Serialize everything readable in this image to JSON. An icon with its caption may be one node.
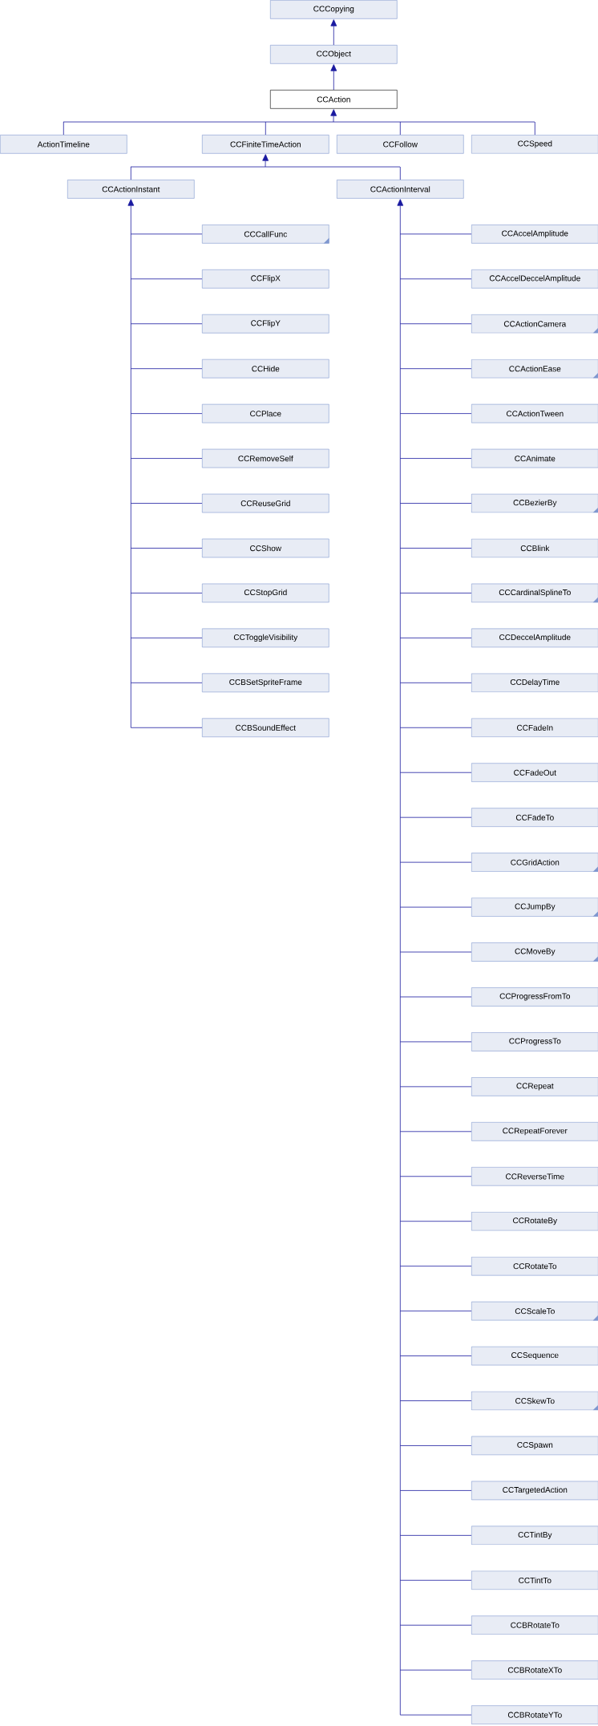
{
  "diagram": {
    "nodes": [
      {
        "text": [
          "CCCopying"
        ]
      },
      {
        "text": [
          "CCObject"
        ]
      },
      {
        "text": [
          "CCAction"
        ]
      },
      {
        "text": [
          "ActionTimeline"
        ]
      },
      {
        "text": [
          "CCFiniteTimeAction"
        ]
      },
      {
        "text": [
          "CCFollow"
        ]
      },
      {
        "text": [
          "CCSpeed"
        ]
      },
      {
        "text": [
          "CCActionInstant"
        ]
      },
      {
        "text": [
          "CCActionInterval"
        ]
      },
      {
        "text": [
          "CCCallFunc"
        ]
      },
      {
        "text": [
          "CCFlipX"
        ]
      },
      {
        "text": [
          "CCFlipY"
        ]
      },
      {
        "text": [
          "CCHide"
        ]
      },
      {
        "text": [
          "CCPlace"
        ]
      },
      {
        "text": [
          "CCRemoveSelf"
        ]
      },
      {
        "text": [
          "CCReuseGrid"
        ]
      },
      {
        "text": [
          "CCShow"
        ]
      },
      {
        "text": [
          "CCStopGrid"
        ]
      },
      {
        "text": [
          "CCToggleVisibility"
        ]
      },
      {
        "text": [
          "CCBSetSpriteFrame"
        ]
      },
      {
        "text": [
          "CCBSoundEffect"
        ]
      },
      {
        "text": [
          "CCAccelAmplitude"
        ]
      },
      {
        "text": [
          "CCAccelDeccelAmplitude"
        ]
      },
      {
        "text": [
          "CCActionCamera"
        ]
      },
      {
        "text": [
          "CCActionEase"
        ]
      },
      {
        "text": [
          "CCActionTween"
        ]
      },
      {
        "text": [
          "CCAnimate"
        ]
      },
      {
        "text": [
          "CCBezierBy"
        ]
      },
      {
        "text": [
          "CCBlink"
        ]
      },
      {
        "text": [
          "CCCardinalSplineTo"
        ]
      },
      {
        "text": [
          "CCDeccelAmplitude"
        ]
      },
      {
        "text": [
          "CCDelayTime"
        ]
      },
      {
        "text": [
          "CCFadeIn"
        ]
      },
      {
        "text": [
          "CCFadeOut"
        ]
      },
      {
        "text": [
          "CCFadeTo"
        ]
      },
      {
        "text": [
          "CCGridAction"
        ]
      },
      {
        "text": [
          "CCJumpBy"
        ]
      },
      {
        "text": [
          "CCMoveBy"
        ]
      },
      {
        "text": [
          "CCProgressFromTo"
        ]
      },
      {
        "text": [
          "CCProgressTo"
        ]
      },
      {
        "text": [
          "CCRepeat"
        ]
      },
      {
        "text": [
          "CCRepeatForever"
        ]
      },
      {
        "text": [
          "CCReverseTime"
        ]
      },
      {
        "text": [
          "CCRotateBy"
        ]
      },
      {
        "text": [
          "CCRotateTo"
        ]
      },
      {
        "text": [
          "CCScaleTo"
        ]
      },
      {
        "text": [
          "CCSequence"
        ]
      },
      {
        "text": [
          "CCSkewTo"
        ]
      },
      {
        "text": [
          "CCSpawn"
        ]
      },
      {
        "text": [
          "CCTargetedAction"
        ]
      },
      {
        "text": [
          "CCTintBy"
        ]
      },
      {
        "text": [
          "CCTintTo"
        ]
      },
      {
        "text": [
          "CCBRotateTo"
        ]
      },
      {
        "text": [
          "CCBRotateXTo"
        ]
      },
      {
        "text": [
          "CCBRotateYTo"
        ]
      }
    ],
    "edges": [
      {
        "from": 1,
        "to": 0,
        "arrow": "to"
      },
      {
        "from": 2,
        "to": 1,
        "arrow": "to"
      },
      {
        "from": 3,
        "to": 2,
        "arrow": "to"
      },
      {
        "from": 4,
        "to": 2,
        "arrow": "to"
      },
      {
        "from": 5,
        "to": 2,
        "arrow": "to"
      },
      {
        "from": 6,
        "to": 2,
        "arrow": "to"
      },
      {
        "from": 7,
        "to": 4,
        "arrow": "to"
      },
      {
        "from": 8,
        "to": 4,
        "arrow": "to"
      },
      {
        "from": 9,
        "to": 7,
        "arrow": "to"
      },
      {
        "from": 10,
        "to": 7,
        "arrow": "to"
      },
      {
        "from": 11,
        "to": 7,
        "arrow": "to"
      },
      {
        "from": 12,
        "to": 7,
        "arrow": "to"
      },
      {
        "from": 13,
        "to": 7,
        "arrow": "to"
      },
      {
        "from": 14,
        "to": 7,
        "arrow": "to"
      },
      {
        "from": 15,
        "to": 7,
        "arrow": "to"
      },
      {
        "from": 16,
        "to": 7,
        "arrow": "to"
      },
      {
        "from": 17,
        "to": 7,
        "arrow": "to"
      },
      {
        "from": 18,
        "to": 7,
        "arrow": "to"
      },
      {
        "from": 19,
        "to": 7,
        "arrow": "to"
      },
      {
        "from": 20,
        "to": 7,
        "arrow": "to"
      },
      {
        "from": 21,
        "to": 8,
        "arrow": "to"
      },
      {
        "from": 22,
        "to": 8,
        "arrow": "to"
      },
      {
        "from": 23,
        "to": 8,
        "arrow": "to"
      },
      {
        "from": 24,
        "to": 8,
        "arrow": "to"
      },
      {
        "from": 25,
        "to": 8,
        "arrow": "to"
      },
      {
        "from": 26,
        "to": 8,
        "arrow": "to"
      },
      {
        "from": 27,
        "to": 8,
        "arrow": "to"
      },
      {
        "from": 28,
        "to": 8,
        "arrow": "to"
      },
      {
        "from": 29,
        "to": 8,
        "arrow": "to"
      },
      {
        "from": 30,
        "to": 8,
        "arrow": "to"
      },
      {
        "from": 31,
        "to": 8,
        "arrow": "to"
      },
      {
        "from": 32,
        "to": 8,
        "arrow": "to"
      },
      {
        "from": 33,
        "to": 8,
        "arrow": "to"
      },
      {
        "from": 34,
        "to": 8,
        "arrow": "to"
      },
      {
        "from": 35,
        "to": 8,
        "arrow": "to"
      },
      {
        "from": 36,
        "to": 8,
        "arrow": "to"
      },
      {
        "from": 37,
        "to": 8,
        "arrow": "to"
      },
      {
        "from": 38,
        "to": 8,
        "arrow": "to"
      },
      {
        "from": 39,
        "to": 8,
        "arrow": "to"
      },
      {
        "from": 40,
        "to": 8,
        "arrow": "to"
      },
      {
        "from": 41,
        "to": 8,
        "arrow": "to"
      },
      {
        "from": 42,
        "to": 8,
        "arrow": "to"
      },
      {
        "from": 43,
        "to": 8,
        "arrow": "to"
      },
      {
        "from": 44,
        "to": 8,
        "arrow": "to"
      },
      {
        "from": 45,
        "to": 8,
        "arrow": "to"
      },
      {
        "from": 46,
        "to": 8,
        "arrow": "to"
      },
      {
        "from": 47,
        "to": 8,
        "arrow": "to"
      },
      {
        "from": 48,
        "to": 8,
        "arrow": "to"
      },
      {
        "from": 49,
        "to": 8,
        "arrow": "to"
      },
      {
        "from": 50,
        "to": 8,
        "arrow": "to"
      },
      {
        "from": 51,
        "to": 8,
        "arrow": "to"
      },
      {
        "from": 52,
        "to": 8,
        "arrow": "to"
      },
      {
        "from": 53,
        "to": 8,
        "arrow": "to"
      },
      {
        "from": 54,
        "to": 8,
        "arrow": "to"
      }
    ]
  }
}
